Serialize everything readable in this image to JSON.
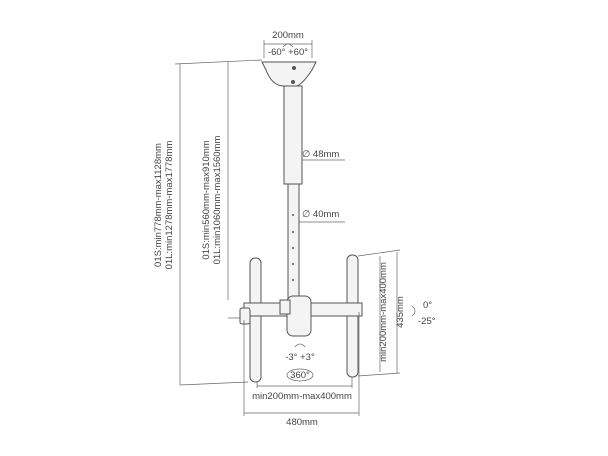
{
  "labels": {
    "top_width": "200mm",
    "swivel": "-60°  +60°",
    "pole_outer_diameter": "∅ 48mm",
    "pole_inner_diameter": "∅ 40mm",
    "total_height_s": "01S:min778mm-max1128mm",
    "total_height_l": "01L:min1278mm-max1778mm",
    "pole_height_s": "01S:min560mm-max910mm",
    "pole_height_l": "01L:min1060mm-max1560mm",
    "vesa_vertical": "min200mm-max400mm",
    "bracket_height": "435mm",
    "tilt_top": "0°",
    "tilt_bottom": "-25°",
    "rotation": "-3°  +3°",
    "rotation_360": "360°",
    "vesa_horizontal": "min200mm-max400mm",
    "total_width": "480mm"
  }
}
